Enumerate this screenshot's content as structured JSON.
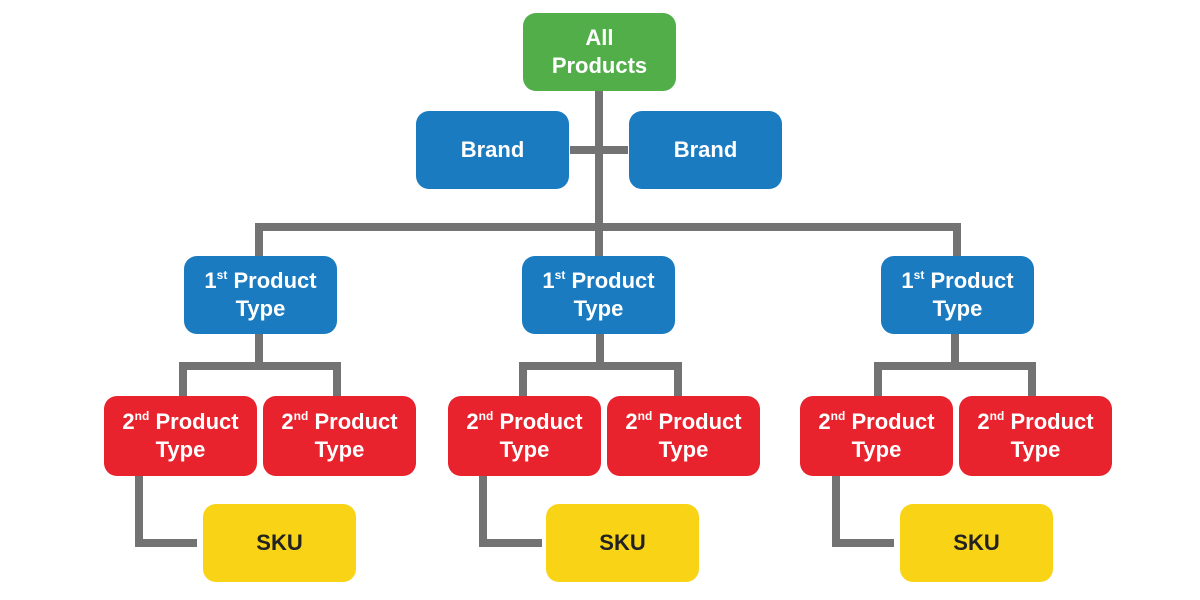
{
  "root": {
    "line1": "All",
    "line2": "Products"
  },
  "brands": [
    {
      "label": "Brand"
    },
    {
      "label": "Brand"
    }
  ],
  "first_type": {
    "ordinal": "1",
    "suffix": "st",
    "word": "Product",
    "line2": "Type"
  },
  "second_type": {
    "ordinal": "2",
    "suffix": "nd",
    "word": "Product",
    "line2": "Type"
  },
  "sku": {
    "label": "SKU"
  },
  "colors": {
    "root": "#52ae49",
    "brand": "#1a7bc1",
    "first_type": "#1a7bc1",
    "second_type": "#e8232d",
    "sku": "#f9d416",
    "connector": "#737373"
  }
}
